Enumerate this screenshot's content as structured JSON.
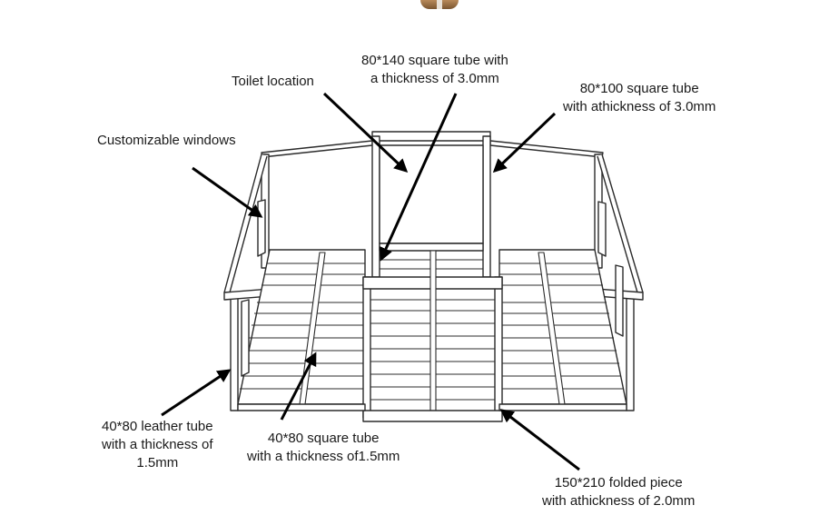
{
  "labels": {
    "toilet": "Toilet location",
    "tube140_line1": "80*140 square tube with",
    "tube140_line2": "a thickness of 3.0mm",
    "tube100_line1": "80*100 square tube",
    "tube100_line2": "with athickness of 3.0mm",
    "windows": "Customizable windows",
    "leather_line1": "40*80 leather tube",
    "leather_line2": "with a thickness of",
    "leather_line3": "1.5mm",
    "square4080_line1": "40*80 square tube",
    "square4080_line2": "with a thickness of1.5mm",
    "folded_line1": "150*210 folded piece",
    "folded_line2": "with athickness of 2.0mm"
  },
  "colors": {
    "frame": "#2b2b2b",
    "arrow": "#000000",
    "knob": "#9a6d42"
  }
}
